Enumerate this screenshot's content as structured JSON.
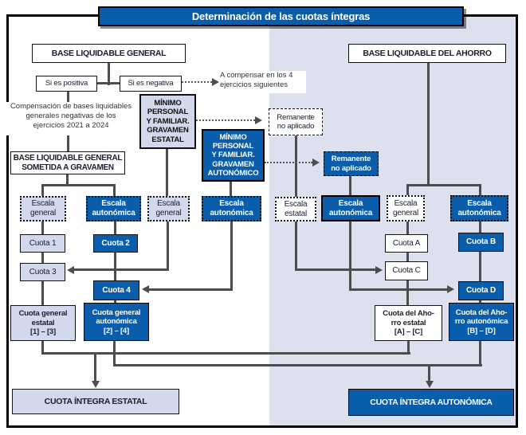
{
  "title": "Determinación de las cuotas íntegras",
  "colors": {
    "blue": "#0a5dab",
    "lavender_box": "#d2d9ec",
    "lavender_panel": "#dce0ef",
    "line_gray": "#4d4d4d",
    "border_black": "#111111"
  },
  "nodes": {
    "base_general": "BASE LIQUIDABLE GENERAL",
    "base_ahorro": "BASE LIQUIDABLE DEL AHORRO",
    "si_positiva": "Si es positiva",
    "si_negativa": "Si es negativa",
    "a_compensar": "A compensar en los 4\nejercicios siguientes",
    "compensacion": "Compensación de bases liquidables\ngenerales negativas de los\nejercicios 2021 a 2024",
    "base_sometida": "BASE LIQUIDABLE GENERAL\nSOMETIDA A GRAVAMEN",
    "minimo_estatal": "MÍNIMO\nPERSONAL\nY FAMILIAR.\nGRAVAMEN\nESTATAL",
    "minimo_autonomico": "MÍNIMO\nPERSONAL\nY FAMILIAR.\nGRAVAMEN\nAUTONÓMICO",
    "remanente": "Remanente\nno aplicado",
    "escala_general": "Escala\ngeneral",
    "escala_autonomica": "Escala\nautonómica",
    "escala_estatal": "Escala\nestatal",
    "cuota_1": "Cuota 1",
    "cuota_2": "Cuota 2",
    "cuota_3": "Cuota 3",
    "cuota_4": "Cuota 4",
    "cuota_a": "Cuota A",
    "cuota_b": "Cuota B",
    "cuota_c": "Cuota C",
    "cuota_d": "Cuota D",
    "cuota_general_estatal": "Cuota general\nestatal\n[1] – [3]",
    "cuota_general_autonomica": "Cuota general\nautonómica\n[2] – [4]",
    "cuota_ahorro_estatal": "Cuota del Aho-\nrro estatal\n[A] – [C]",
    "cuota_ahorro_autonomica": "Cuota del Aho-\nrro autonómica\n[B] – [D]",
    "cuota_integra_estatal": "CUOTA ÍNTEGRA ESTATAL",
    "cuota_integra_autonomica": "CUOTA ÍNTEGRA AUTONÓMICA"
  }
}
